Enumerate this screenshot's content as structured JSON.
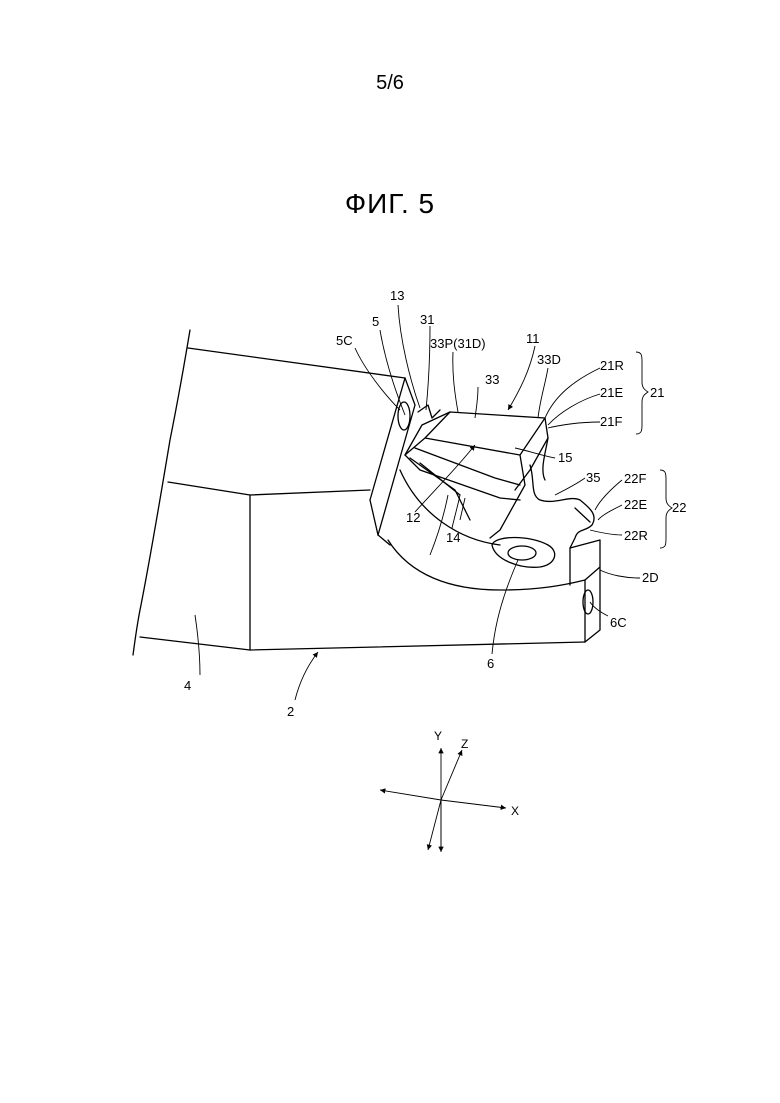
{
  "page_number": "5/6",
  "figure_title": "ФИГ. 5",
  "labels": {
    "l13": "13",
    "l5": "5",
    "l31": "31",
    "l5C": "5C",
    "l33P": "33P(31D)",
    "l11": "11",
    "l33D": "33D",
    "l21R": "21R",
    "l21E": "21E",
    "l21F": "21F",
    "l21": "21",
    "l33": "33",
    "l15": "15",
    "l35": "35",
    "l22F": "22F",
    "l22E": "22E",
    "l22": "22",
    "l22R": "22R",
    "l12": "12",
    "l14": "14",
    "l2D": "2D",
    "l6C": "6C",
    "l6": "6",
    "l4": "4",
    "l2": "2"
  },
  "axes": {
    "x": "X",
    "y": "Y",
    "z": "Z"
  }
}
